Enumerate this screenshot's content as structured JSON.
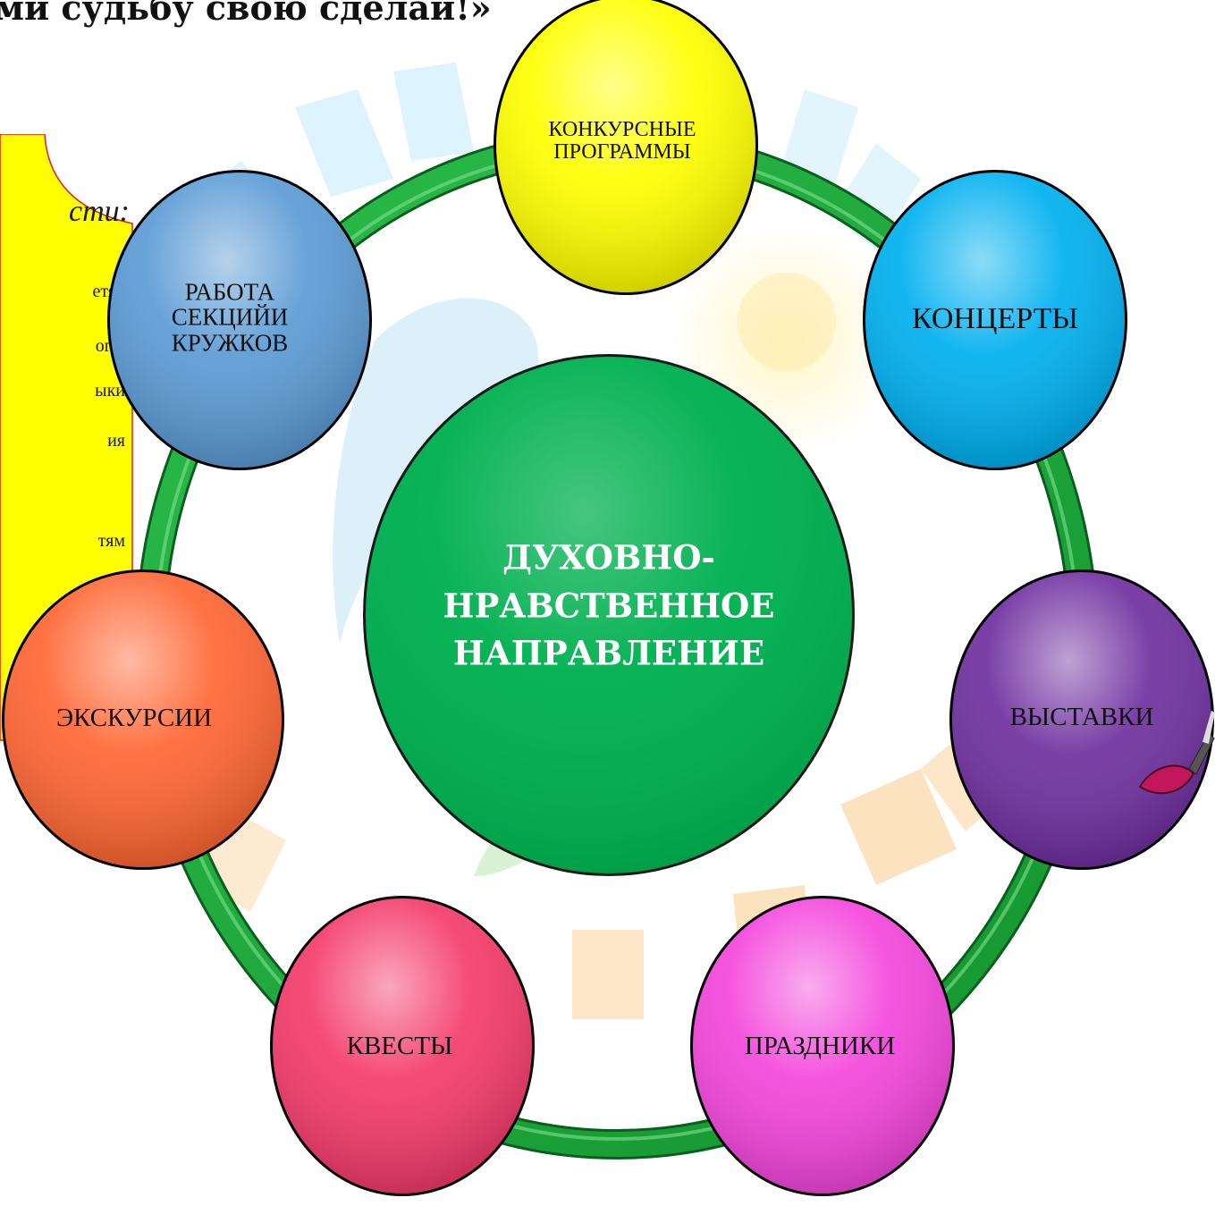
{
  "title": "ми судьбу свою сделай!»",
  "side_panel": {
    "heading": "сти:",
    "lines": [
      "етях",
      "ого;",
      "ыки",
      "ия",
      "тям"
    ]
  },
  "center": {
    "lines": [
      "ДУХОВНО-",
      "НРАВСТВЕННОЕ",
      "НАПРАВЛЕНИЕ"
    ],
    "color": "#00b050"
  },
  "activities": [
    {
      "label": "КОНКУРСНЫЕ ПРОГРАММЫ",
      "color": "#ffff00"
    },
    {
      "label": "КОНЦЕРТЫ",
      "color": "#00b0f0"
    },
    {
      "label": "ВЫСТАВКИ",
      "color": "#7030a0"
    },
    {
      "label": "ПРАЗДНИКИ",
      "color": "#f446dc"
    },
    {
      "label": "КВЕСТЫ",
      "color": "#f43b6a"
    },
    {
      "label": "ЭКСКУРСИИ",
      "color": "#ff6633"
    },
    {
      "label": "РАБОТА СЕКЦИЙИ КРУЖКОВ",
      "color": "#5b9bd5"
    }
  ],
  "ring_color": "#1aa637",
  "panel_color": "#ffff00",
  "panel_border_color": "#e01b1b"
}
